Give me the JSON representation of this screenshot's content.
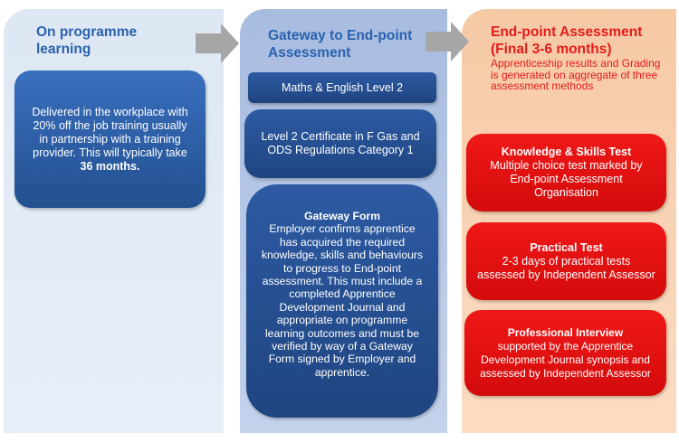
{
  "col1": {
    "heading": "On programme learning",
    "box_text": "Delivered in the workplace with 20% off the job training usually in partnership with a training provider. This will typically take",
    "box_bold": "36 months."
  },
  "col2": {
    "heading": "Gateway to End-point Assessment",
    "box1": "Maths & English Level 2",
    "box2": "Level 2 Certificate in F Gas and ODS Regulations Category 1",
    "gateway_title": "Gateway Form",
    "gateway_body": "Employer confirms apprentice has acquired the required knowledge, skills and behaviours to progress to End-point assessment. This must include a completed Apprentice Development Journal and appropriate on programme learning outcomes and must be verified by way of a Gateway Form signed by Employer and apprentice."
  },
  "col3": {
    "heading_line1": "End-point Assessment",
    "heading_line2": "(Final 3-6 months)",
    "subnote": "Apprenticeship results and Grading is generated on aggregate of three assessment methods",
    "tests": [
      {
        "title": "Knowledge & Skills Test",
        "body": "Multiple choice test marked by End-point Assessment Organisation"
      },
      {
        "title": "Practical Test",
        "body": "2-3 days of practical tests assessed by Independent Assessor"
      },
      {
        "title": "Professional Interview",
        "body": "supported by the Apprentice Development Journal synopsis and assessed by Independent Assessor"
      }
    ]
  },
  "colors": {
    "blue_heading": "#2a62ae",
    "red": "#e41b1b",
    "box_blue": "#2a5aa3",
    "box_red": "#e21010",
    "arrow_grey": "#a6a6a6"
  }
}
